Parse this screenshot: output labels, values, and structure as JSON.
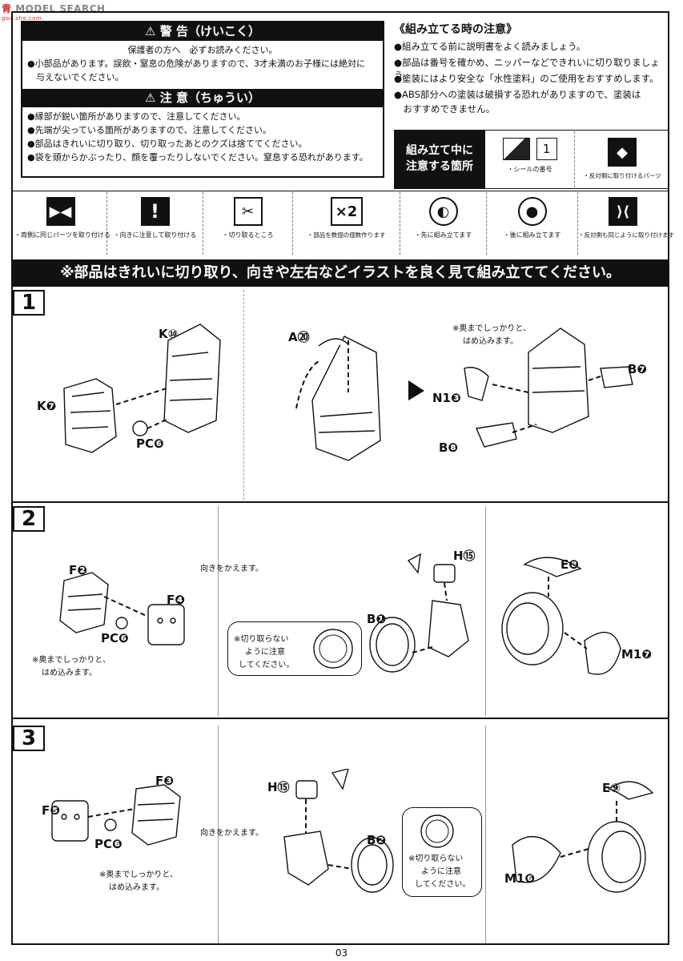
{
  "watermark": {
    "logo": "青",
    "text": "MODEL SEARCH",
    "sub": "gaa.sho.com"
  },
  "warning": {
    "title": "⚠ 警 告（けいこく）",
    "line0": "保護者の方へ　必ずお読みください。",
    "line1": "●小部品があります。誤飲・窒息の危険がありますので、3才未満のお子様には絶対に",
    "line2": "　与えないでください。"
  },
  "caution": {
    "title": "⚠ 注 意（ちゅうい）",
    "line1": "●縁部が鋭い箇所がありますので、注意してください。",
    "line2": "●先端が尖っている箇所がありますので、注意してください。",
    "line3": "●部品はきれいに切り取り、切り取ったあとのクズは捨ててください。",
    "line4": "●袋を頭からかぶったり、顔を覆ったりしないでください。窒息する恐れがあります。"
  },
  "notes": {
    "title": "《組み立てる時の注意》",
    "line1": "●組み立てる前に説明書をよく読みましょう。",
    "line2": "●部品は番号を確かめ、ニッパーなどできれいに切り取りましょう。",
    "line3": "●塗装にはより安全な「水性塗料」のご使用をおすすめします。",
    "line4": "●ABS部分への塗装は破損する恐れがありますので、塗装は",
    "line5": "　おすすめできません。"
  },
  "check_header": {
    "line1": "組み立て中に",
    "line2": "注意する箇所"
  },
  "legend_top": [
    {
      "icon": "1",
      "label": "・シールの番号"
    },
    {
      "icon": "◆",
      "label": "・反対側に取り付けるパーツ"
    }
  ],
  "legend_row": [
    {
      "icon": "▶◀",
      "label": "・両側に同じパーツを取り付ける"
    },
    {
      "icon": "!",
      "label": "・向きに注意して取り付ける"
    },
    {
      "icon": "✂",
      "label": "・切り取るところ"
    },
    {
      "icon": "×2",
      "label": "・部品を数個の個数作ります"
    },
    {
      "icon": "◐",
      "label": "・先に組み立てます"
    },
    {
      "icon": "●",
      "label": "・後に組み立てます"
    },
    {
      "icon": "⟩⟨",
      "label": "・反対側も同じように取り付けます"
    }
  ],
  "banner": "※部品はきれいに切り取り、向きや左右などイラストを良く見て組み立ててください。",
  "steps": {
    "s1": {
      "num": "1",
      "labels": {
        "k10": "K⑩",
        "k7": "K❼",
        "pcc1": "PC❻",
        "a20": "A⑳",
        "n13": "N1❸",
        "b7": "B❼",
        "b8": "B❽"
      },
      "note": "※奥までしっかりと、",
      "note2": "はめ込みます。"
    },
    "s2": {
      "num": "2",
      "labels": {
        "f2": "F❷",
        "f4": "F❹",
        "pcc": "PC❻",
        "h15": "H⑮",
        "b1": "B❶",
        "e8": "E❽",
        "m17": "M1❼"
      },
      "note": "※奥までしっかりと、",
      "note2": "はめ込みます。",
      "turn": "向きをかえます。",
      "cut1": "※切り取らない",
      "cut2": "ように注意",
      "cut3": "してください。"
    },
    "s3": {
      "num": "3",
      "labels": {
        "f3": "F❸",
        "f5": "F❺",
        "pcc": "PC❻",
        "h15": "H⑮",
        "b2": "B❷",
        "e9": "E⑨",
        "m16": "M1❻"
      },
      "note": "※奥までしっかりと、",
      "note2": "はめ込みます。",
      "turn": "向きをかえます。",
      "cut1": "※切り取らない",
      "cut2": "ように注意",
      "cut3": "してください。"
    }
  },
  "page_number": "03"
}
